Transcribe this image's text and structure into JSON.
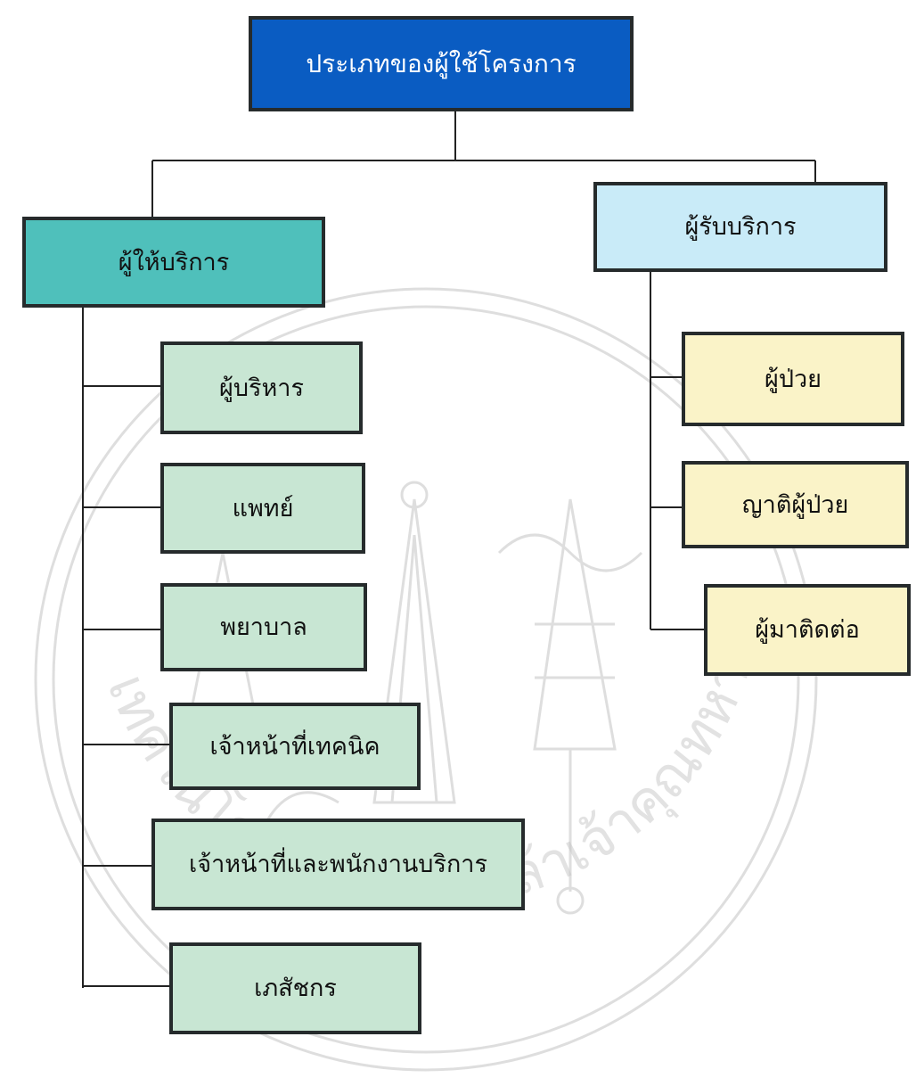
{
  "root": {
    "label": "ประเภทของผู้ใช้โครงการ"
  },
  "branches": {
    "providers": {
      "label": "ผู้ให้บริการ",
      "items": [
        "ผู้บริหาร",
        "แพทย์",
        "พยาบาล",
        "เจ้าหน้าที่เทคนิค",
        "เจ้าหน้าที่และพนักงานบริการ",
        "เภสัชกร"
      ]
    },
    "receivers": {
      "label": "ผู้รับบริการ",
      "items": [
        "ผู้ป่วย",
        "ญาติผู้ป่วย",
        "ผู้มาติดต่อ"
      ]
    }
  },
  "watermark": {
    "text": "มหาวิทยาลัยเทคโนโลยีพระจอมเกล้าเจ้าคุณทหารลาดกระบัง"
  },
  "colors": {
    "root": "#0a5cc2",
    "provider": "#4fc0bb",
    "receiver": "#c9ebf8",
    "staff": "#c8e6d3",
    "patient": "#faf3c8",
    "border": "#262b2c",
    "shadow": "#3b4442"
  }
}
